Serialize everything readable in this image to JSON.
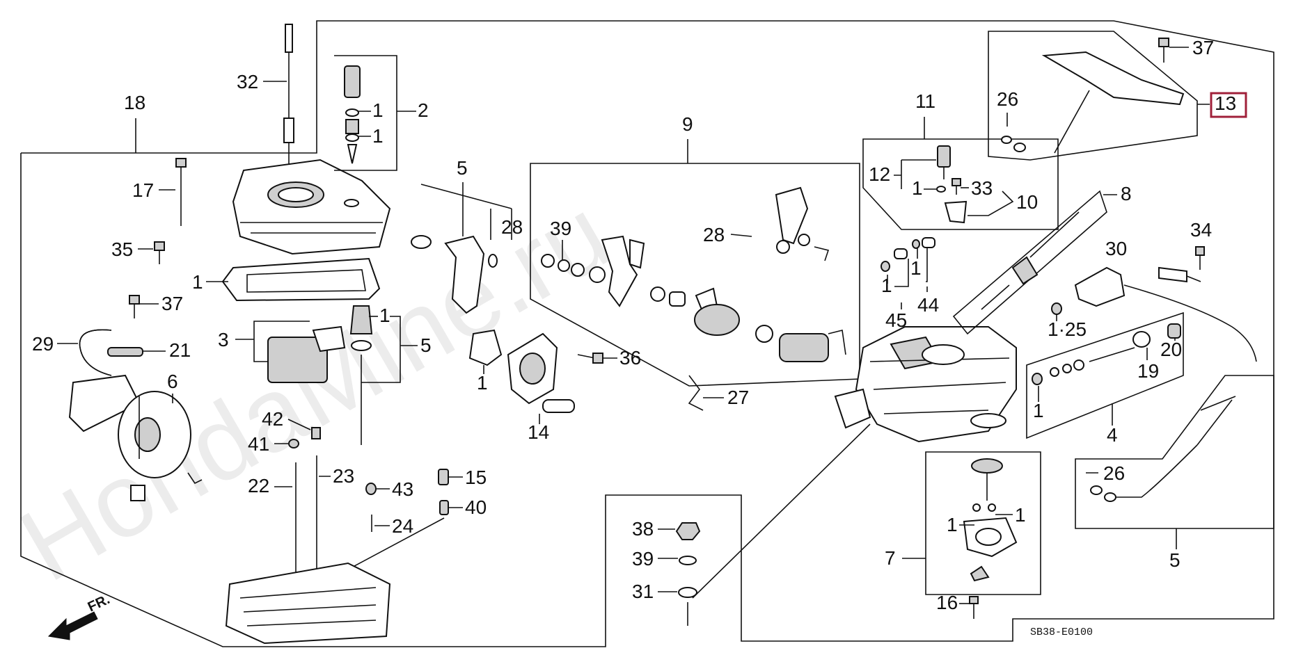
{
  "watermark": "HondaMine.ru",
  "diagram_code": "SB38-E0100",
  "direction_label": "FR.",
  "highlight_color": "#a0203a",
  "callouts": {
    "c32": "32",
    "c18": "18",
    "c2": "2",
    "c17": "17",
    "c35": "35",
    "c37a": "37",
    "c37b": "37",
    "c29": "29",
    "c21": "21",
    "c6": "6",
    "c3": "3",
    "c5a": "5",
    "c5b": "5",
    "c5c": "5",
    "c1a": "1",
    "c1b": "1",
    "c1c": "1",
    "c1d": "1",
    "c1e": "1",
    "c1f": "1",
    "c1g": "1",
    "c1h": "1",
    "c1i": "1",
    "c1j": "1",
    "c1k": "1",
    "c1l": "1",
    "c28a": "28",
    "c28b": "28",
    "c39a": "39",
    "c39b": "39",
    "c9": "9",
    "c36": "36",
    "c14": "14",
    "c27": "27",
    "c42": "42",
    "c41": "41",
    "c22": "22",
    "c23": "23",
    "c43": "43",
    "c15": "15",
    "c40": "40",
    "c24": "24",
    "c38": "38",
    "c31": "31",
    "c11": "11",
    "c12": "12",
    "c33": "33",
    "c10": "10",
    "c26a": "26",
    "c26b": "26",
    "c13": "13",
    "c8": "8",
    "c34": "34",
    "c30": "30",
    "c45": "45",
    "c44": "44",
    "c125": "1·25",
    "c19": "19",
    "c20": "20",
    "c4": "4",
    "c7": "7",
    "c16": "16"
  }
}
